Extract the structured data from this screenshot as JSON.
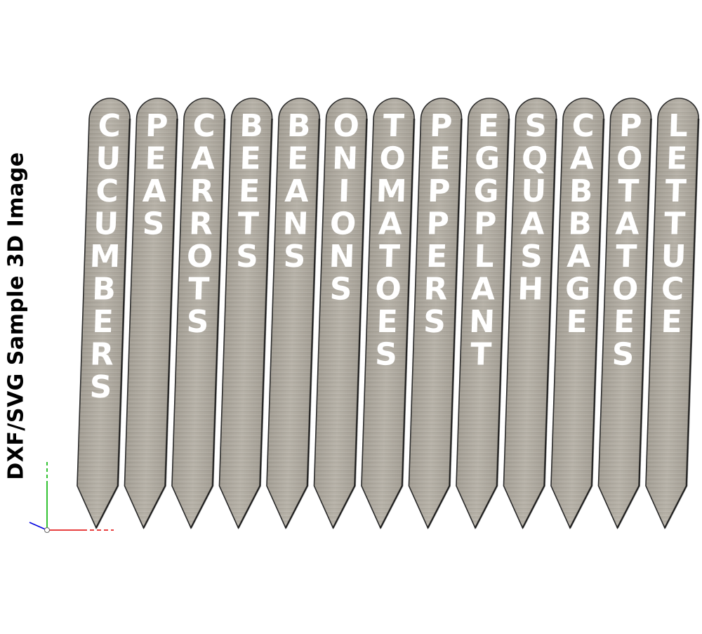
{
  "title": "DXF/SVG Sample 3D Image",
  "colors": {
    "metal_light": "#b7b2a8",
    "metal_dark": "#a29d93",
    "outline": "#2b2b2b",
    "cutout": "#ffffff",
    "axis_x": "#e00000",
    "axis_y": "#00b400",
    "axis_z": "#0000e0"
  },
  "stakes": [
    {
      "label": "CUCUMBERS"
    },
    {
      "label": "PEAS"
    },
    {
      "label": "CARROTS"
    },
    {
      "label": "BEETS"
    },
    {
      "label": "BEANS"
    },
    {
      "label": "ONIONS"
    },
    {
      "label": "TOMATOES"
    },
    {
      "label": "PEPPERS"
    },
    {
      "label": "EGGPLANT"
    },
    {
      "label": "SQUASH"
    },
    {
      "label": "CABBAGE"
    },
    {
      "label": "POTATOES"
    },
    {
      "label": "LETTUCE"
    }
  ],
  "icons": {
    "axis_gizmo": "xyz-axis-gizmo-icon"
  }
}
